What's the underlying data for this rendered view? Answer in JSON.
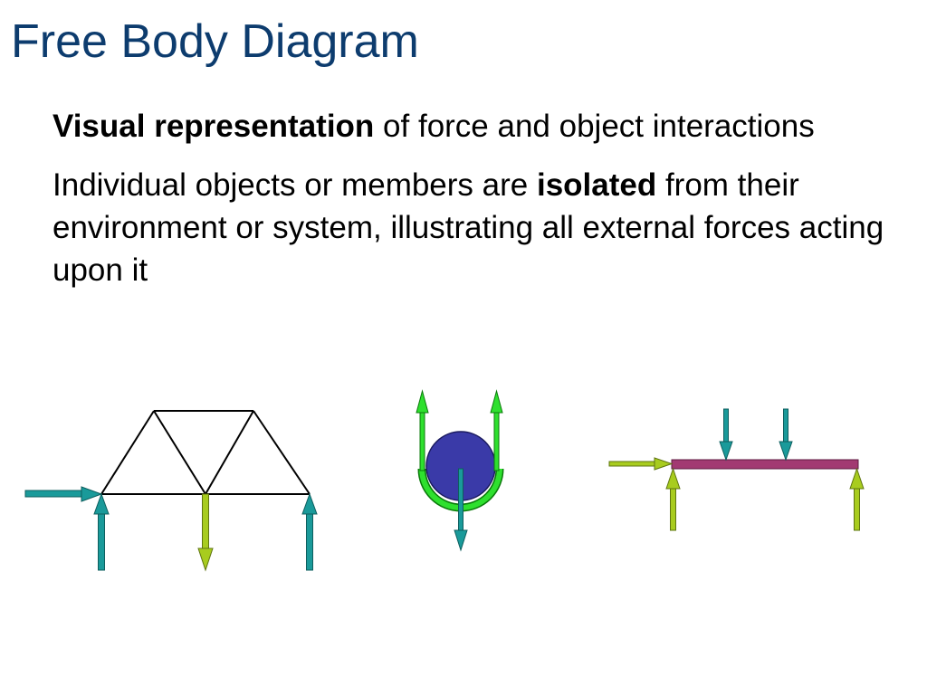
{
  "title": "Free Body Diagram",
  "bullets": [
    {
      "bold": "Visual representation",
      "rest": " of force and object interactions"
    },
    {
      "lead": "Individual objects or members are ",
      "bold": "isolated",
      "rest": " from their environment or system, illustrating all external forces acting upon it"
    }
  ],
  "colors": {
    "title": "#0d3c6e",
    "arrow_teal": "#1a9a9a",
    "arrow_yellowgreen": "#a8cc1e",
    "arrow_green": "#2ee02e",
    "pulley_fill": "#3a3aa8",
    "beam_fill": "#a23a72",
    "structure": "#000000"
  },
  "diagrams": [
    {
      "name": "truss",
      "icon": "truss-diagram"
    },
    {
      "name": "pulley",
      "icon": "pulley-diagram"
    },
    {
      "name": "beam",
      "icon": "beam-diagram"
    }
  ]
}
